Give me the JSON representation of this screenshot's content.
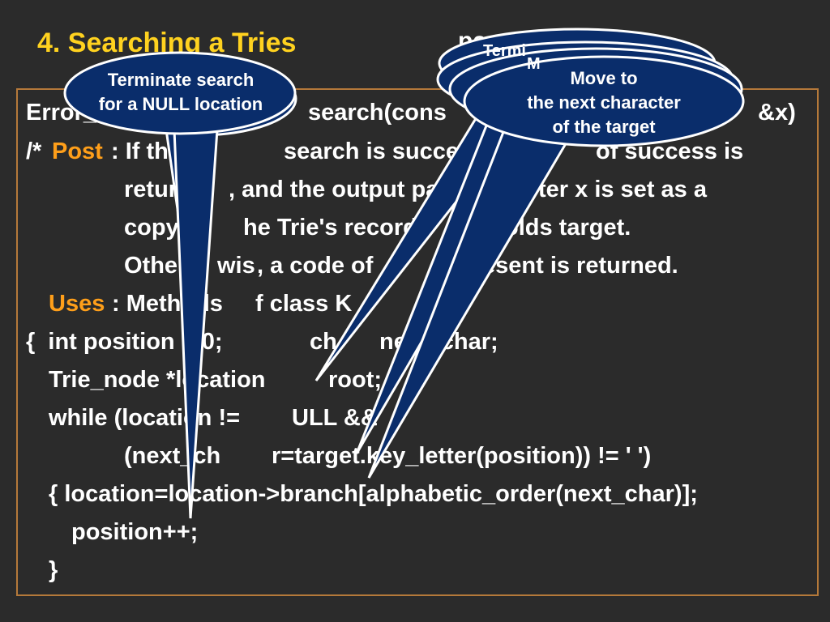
{
  "slide": {
    "title": "4. Searching a Tries",
    "title_fragment": "pa",
    "colors": {
      "background": "#2b2b2b",
      "title": "#ffd21f",
      "keyword": "#ff9f1a",
      "callout_fill": "#0a2d6b",
      "box_border": "#b5793a"
    }
  },
  "code": {
    "lines": [
      "Error_",
      "search(cons",
      "&x)",
      "/* ",
      "Post",
      ": If th",
      "search is successful, a",
      "of success is",
      "retur",
      ", and the output pa",
      "ter x is set as a",
      "copy",
      "he Trie's record",
      "olds target.",
      "Other",
      "wis",
      ", a code of",
      "esent is returned.",
      "Uses",
      ": Methods",
      "f class K",
      "*/",
      "{  int position = 0;",
      "ch",
      "next_char;",
      "Trie_node *location",
      "root;",
      "while (location !=",
      "ULL &&",
      "(next_ch",
      "r=target.key_letter(position)) != ' ')",
      "{ location=location->branch[alphabetic_order(next_char)];",
      "position++;",
      "}"
    ]
  },
  "callouts": {
    "left": {
      "line1": "Terminate search",
      "line2": "for a NULL location"
    },
    "right": {
      "line1": "Move to",
      "line2": "the next character",
      "line3": "of the target"
    },
    "right_partial_back": "Termi",
    "right_partial_mid": "M"
  }
}
